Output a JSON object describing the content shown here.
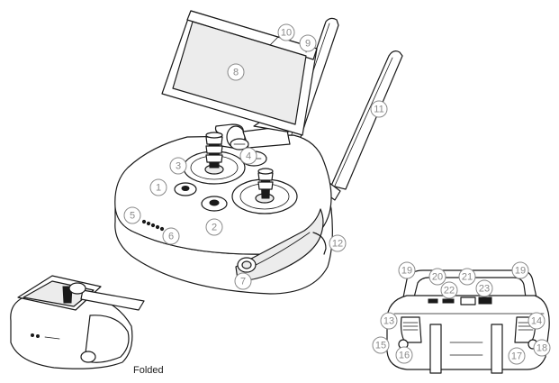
{
  "callouts": [
    "1",
    "2",
    "3",
    "4",
    "5",
    "6",
    "7",
    "8",
    "9",
    "10",
    "11",
    "12",
    "13",
    "14",
    "15",
    "16",
    "17",
    "18",
    "19",
    "19",
    "20",
    "21",
    "22",
    "23"
  ],
  "folded_caption": "Folded"
}
